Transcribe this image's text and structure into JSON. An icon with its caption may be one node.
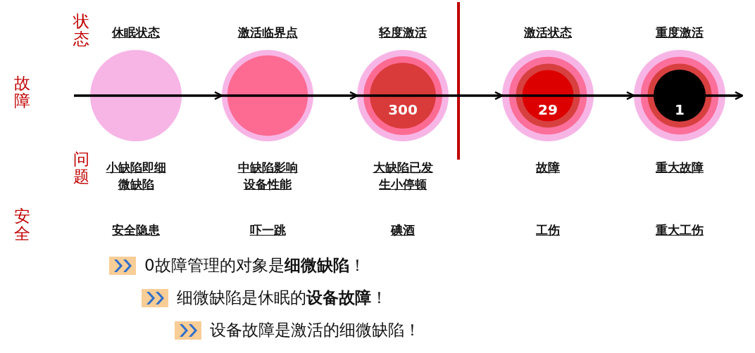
{
  "diagram": {
    "nodes": [
      {
        "text": [
          "休眠状态"
        ],
        "beside": [
          "小缺陷即细微缺陷"
        ]
      },
      {
        "text": [
          "激活临界点"
        ],
        "beside": [
          "中缺陷影响设备性能"
        ]
      },
      {
        "text": [
          "轻度激活",
          "300"
        ],
        "beside": [
          "大缺陷已发生小停顿"
        ]
      },
      {
        "text": [
          "激活状态",
          "29"
        ],
        "beside": [
          "故障"
        ]
      },
      {
        "text": [
          "重度激活",
          "1"
        ],
        "beside": [
          "重大故障"
        ]
      }
    ],
    "edges": [
      {
        "from": null,
        "to": 0,
        "arrow": "none"
      },
      {
        "from": 0,
        "to": 1,
        "arrow": "to"
      },
      {
        "from": 1,
        "to": 2,
        "arrow": "to"
      },
      {
        "from": 2,
        "to": 3,
        "arrow": "to"
      },
      {
        "from": 3,
        "to": 4,
        "arrow": "to"
      },
      {
        "from": 4,
        "to": null,
        "arrow": "to"
      }
    ],
    "labels": [
      "状态",
      "故障",
      "问题",
      "安全",
      "安全隐患",
      "吓一跳",
      "碘酒",
      "工伤",
      "重大工伤",
      "0故障管理的对象是**细微缺陷**！",
      "细微缺陷是休眠的**设备故障**！",
      "设备故障是激活的细微缺陷！"
    ]
  }
}
